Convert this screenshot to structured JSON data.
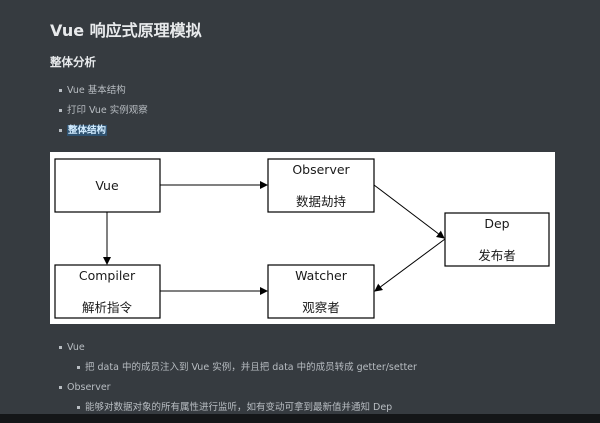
{
  "document": {
    "title": "Vue 响应式原理模拟",
    "section_heading": "整体分析"
  },
  "toc": {
    "items": [
      {
        "label": "Vue 基本结构"
      },
      {
        "label": "打印 Vue 实例观察"
      },
      {
        "label": "整体结构",
        "active": true
      }
    ]
  },
  "diagram": {
    "boxes": {
      "vue": {
        "line1": "Vue"
      },
      "observer": {
        "line1": "Observer",
        "line2": "数据劫持"
      },
      "dep": {
        "line1": "Dep",
        "line2": "发布者"
      },
      "compiler": {
        "line1": "Compiler",
        "line2": "解析指令"
      },
      "watcher": {
        "line1": "Watcher",
        "line2": "观察者"
      }
    },
    "colors": {
      "background": "#ffffff",
      "stroke": "#000000",
      "text": "#1a1a1a"
    }
  },
  "details": {
    "items": [
      {
        "label": "Vue",
        "level": 1
      },
      {
        "label": "把 data 中的成员注入到 Vue 实例，并且把 data 中的成员转成 getter/setter",
        "level": 2
      },
      {
        "label": "Observer",
        "level": 1
      },
      {
        "label": "能够对数据对象的所有属性进行监听，如有变动可拿到最新值并通知 Dep",
        "level": 2
      }
    ]
  },
  "theme": {
    "page_background": "#363b40",
    "heading_color": "#e8eaec",
    "body_text_color": "#b8bdc2",
    "active_highlight_bg": "#2f5270"
  }
}
